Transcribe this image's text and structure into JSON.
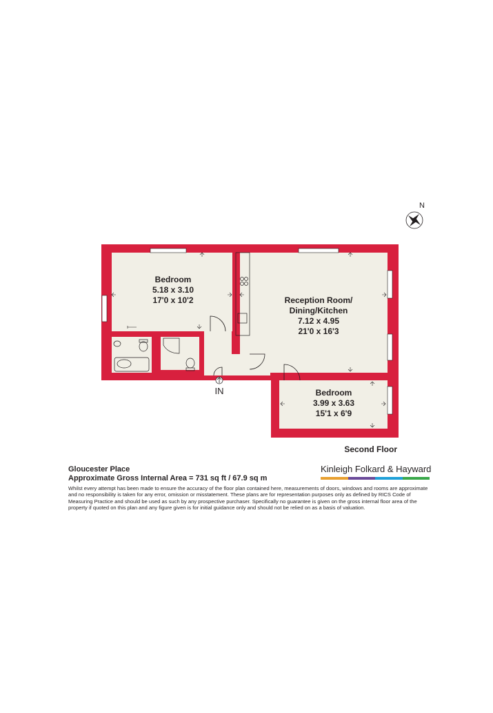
{
  "compass": {
    "label": "N"
  },
  "rooms": {
    "bedroom1": {
      "name": "Bedroom",
      "metric": "5.18 x 3.10",
      "imperial": "17'0 x 10'2"
    },
    "reception": {
      "name_line1": "Reception Room/",
      "name_line2": "Dining/Kitchen",
      "metric": "7.12 x 4.95",
      "imperial": "21'0 x 16'3"
    },
    "bedroom2": {
      "name": "Bedroom",
      "metric": "3.99 x 3.63",
      "imperial": "15'1 x 6'9"
    }
  },
  "entrance": {
    "label": "IN"
  },
  "floor": {
    "label": "Second Floor"
  },
  "property": {
    "name": "Gloucester Place",
    "area": "Approximate Gross Internal Area = 731 sq ft / 67.9 sq m"
  },
  "disclaimer": "Whilst every attempt has been made to ensure the accuracy of the floor plan contained here, measurements of doors, windows and rooms are approximate and no responsibility is taken for any error, omission or misstatement. These plans are for representation purposes only as defined by RICS Code of Measuring Practice and should be used as such by any prospective purchaser. Specifically no guarantee is given on the gross internal floor area of the property if quoted on this plan and any figure given is for initial guidance only and should not be relied on as a basis of valuation.",
  "brand": {
    "name": "Kinleigh Folkard & Hayward",
    "colors": [
      "#e8a030",
      "#6b4a9a",
      "#1fa0d8",
      "#3aa84a"
    ]
  },
  "colors": {
    "wall": "#d8203e",
    "floor": "#f1efe6",
    "line": "#231f20"
  }
}
